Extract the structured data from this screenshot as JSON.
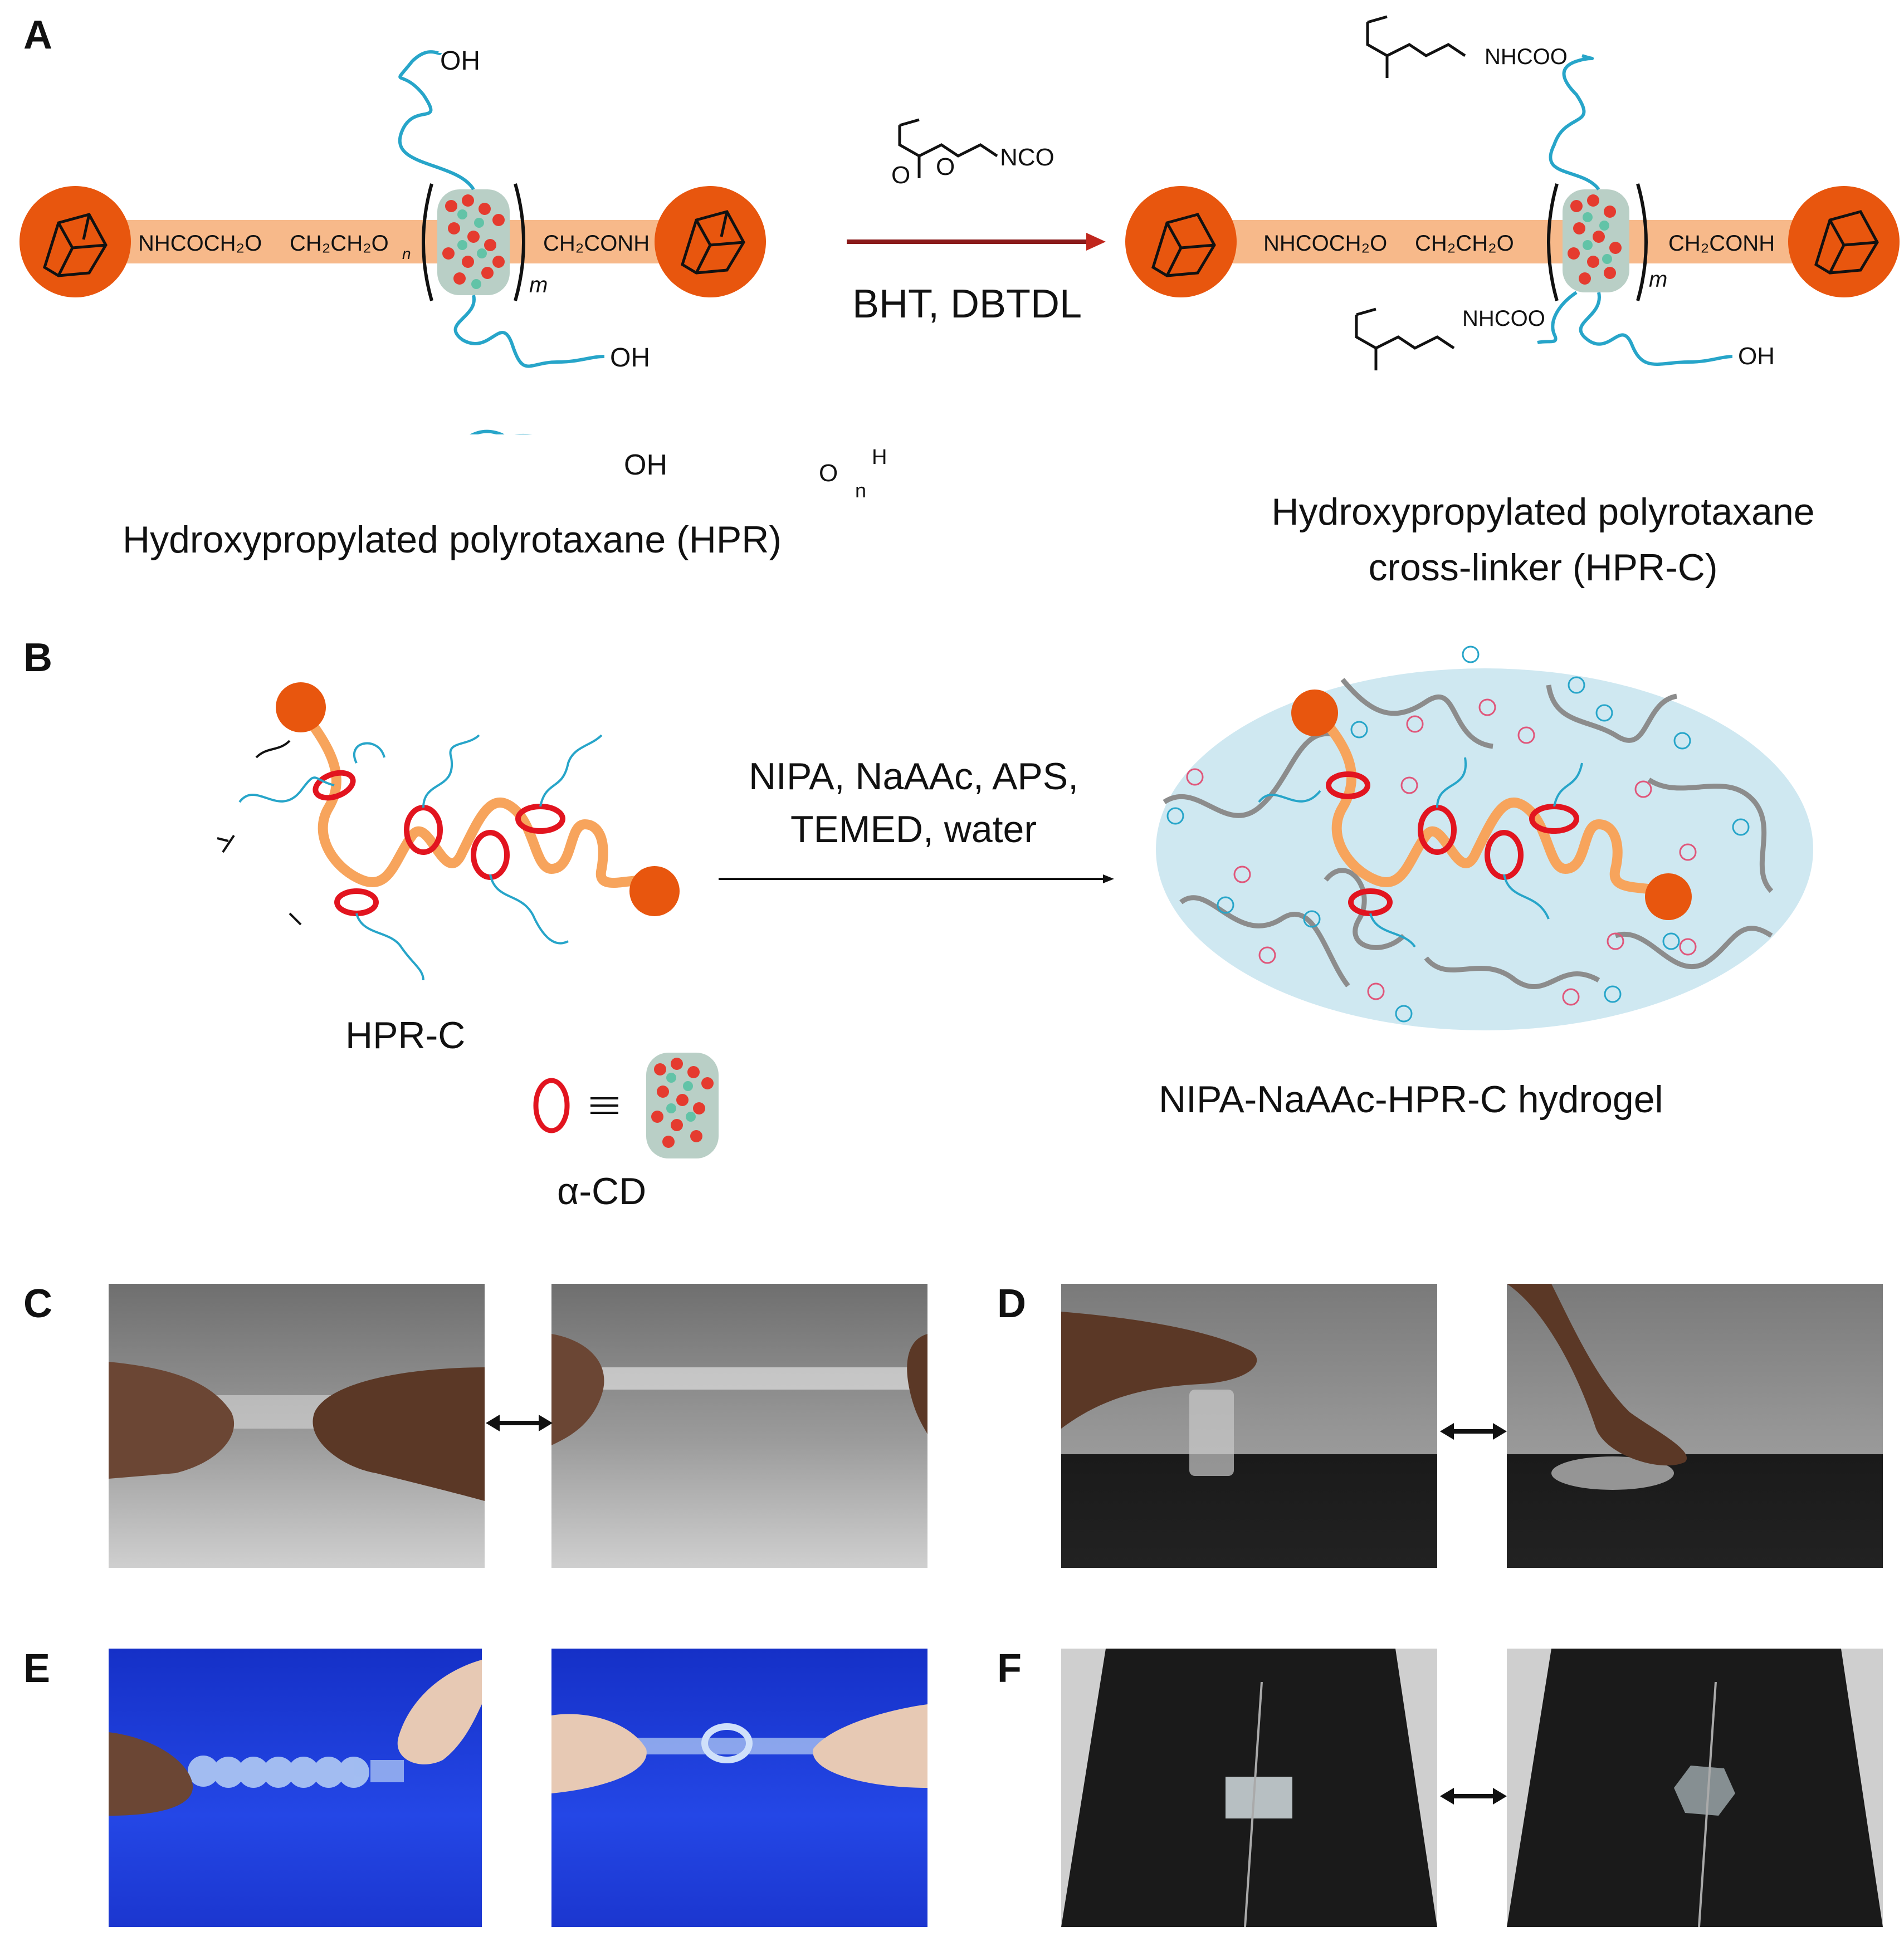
{
  "panels": {
    "a": "A",
    "b": "B",
    "c": "C",
    "d": "D",
    "e": "E",
    "f": "F"
  },
  "panel_a": {
    "left_chain_text": "NHCOCH₂O",
    "left_repeat_text": "CH₂CH₂O",
    "right_chain_text": "CH₂CONH",
    "sub_n": "n",
    "sub_m": "m",
    "oh_top": "OH",
    "oh_bottom": "OH",
    "reagent_nco": "NCO",
    "reagent_o": "O",
    "reagent_o2": "O",
    "conditions": "BHT, DBTDL",
    "product_top_group": "NHCOO",
    "product_mid_group": "NHCOO",
    "product_oh": "OH",
    "legend_oh": "OH",
    "legend_h": "H",
    "legend_o": "O",
    "legend_n": "n",
    "label_hpr": "Hydroxypropylated polyrotaxane (HPR)",
    "label_hprc_line1": "Hydroxypropylated polyrotaxane",
    "label_hprc_line2": "cross-linker (HPR-C)"
  },
  "panel_b": {
    "conditions_line1": "NIPA, NaAAc, APS,",
    "conditions_line2": "TEMED, water",
    "label_hprc": "HPR-C",
    "label_acd": "α-CD",
    "label_hydrogel": "NIPA-NaAAc-HPR-C hydrogel"
  },
  "colors": {
    "stopper": "#e8560e",
    "axle": "#f7b98a",
    "pendant": "#27a5c9",
    "ring": "#e2141f",
    "gel_bg": "#cfe8f1",
    "network": "#8c8c8c",
    "photo_gray": "#8a8a8a",
    "photo_blue": "#1f3fd8",
    "photo_black": "#1a1a1a"
  },
  "photos": {
    "c_left": "stretched-gel-before",
    "c_right": "stretched-gel-after",
    "d_left": "gel-cylinder-uncompressed",
    "d_right": "gel-cylinder-compressed",
    "e_left": "gel-tube-with-knots",
    "e_right": "knotted-gel-stretched",
    "f_left": "gel-block-with-needle",
    "f_right": "gel-block-pierced"
  }
}
